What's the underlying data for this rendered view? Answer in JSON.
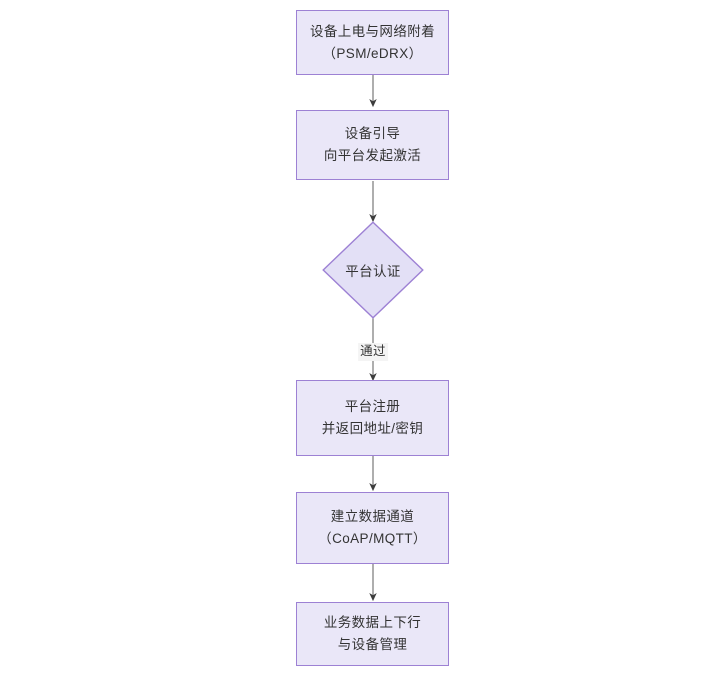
{
  "diagram": {
    "type": "flowchart",
    "orientation": "top-to-bottom",
    "colors": {
      "node_fill": "#eae7f8",
      "node_border": "#9d81d4",
      "text": "#333333",
      "edge": "#3c3c3c",
      "edge_label_bg": "#f4f4f4",
      "canvas_bg": "#ffffff"
    },
    "nodes": [
      {
        "id": "n1",
        "shape": "rect",
        "line1": "设备上电与网络附着",
        "line2": "（PSM/eDRX）"
      },
      {
        "id": "n2",
        "shape": "rect",
        "line1": "设备引导",
        "line2": "向平台发起激活"
      },
      {
        "id": "n3",
        "shape": "diamond",
        "line1": "平台认证",
        "line2": ""
      },
      {
        "id": "n4",
        "shape": "rect",
        "line1": "平台注册",
        "line2": "并返回地址/密钥"
      },
      {
        "id": "n5",
        "shape": "rect",
        "line1": "建立数据通道",
        "line2": "（CoAP/MQTT）"
      },
      {
        "id": "n6",
        "shape": "rect",
        "line1": "业务数据上下行",
        "line2": "与设备管理"
      }
    ],
    "edges": [
      {
        "from": "n1",
        "to": "n2",
        "label": ""
      },
      {
        "from": "n2",
        "to": "n3",
        "label": ""
      },
      {
        "from": "n3",
        "to": "n4",
        "label": "通过"
      },
      {
        "from": "n4",
        "to": "n5",
        "label": ""
      },
      {
        "from": "n5",
        "to": "n6",
        "label": ""
      }
    ]
  }
}
